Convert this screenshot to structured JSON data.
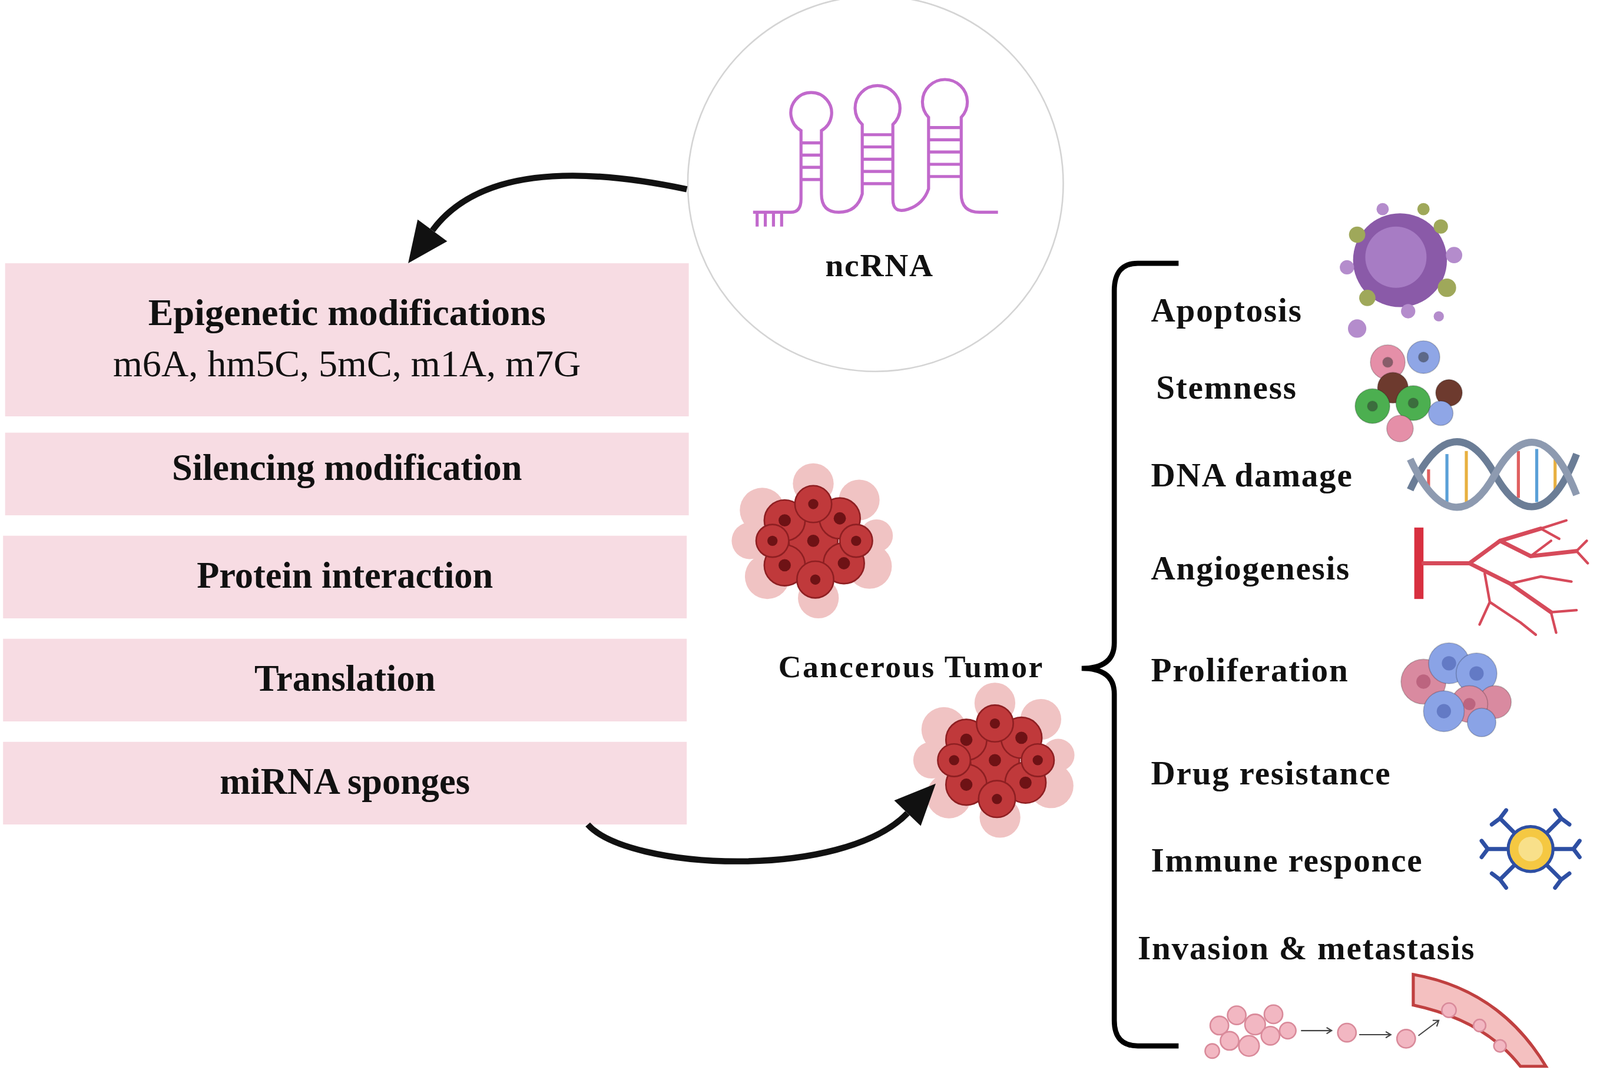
{
  "diagram": {
    "nodes": [
      {
        "text": [
          "ncRNA"
        ]
      },
      {
        "text": [
          "Epigenetic modifications",
          "m6A, hm5C, 5mC, m1A, m7G"
        ]
      },
      {
        "text": [
          "Silencing modification"
        ]
      },
      {
        "text": [
          "Protein interaction"
        ]
      },
      {
        "text": [
          "Translation"
        ]
      },
      {
        "text": [
          "miRNA sponges"
        ]
      },
      {
        "text": [
          "Cancerous Tumor"
        ]
      }
    ],
    "edges": [
      {
        "from": 0,
        "to": 1,
        "arrow": "to"
      },
      {
        "from": 5,
        "to": 6,
        "arrow": "to"
      }
    ],
    "labels": [
      "Apoptosis",
      "Stemness",
      "DNA damage",
      "Angiogenesis",
      "Proliferation",
      "Drug resistance",
      "Immune responce",
      "Invasion & metastasis"
    ]
  }
}
